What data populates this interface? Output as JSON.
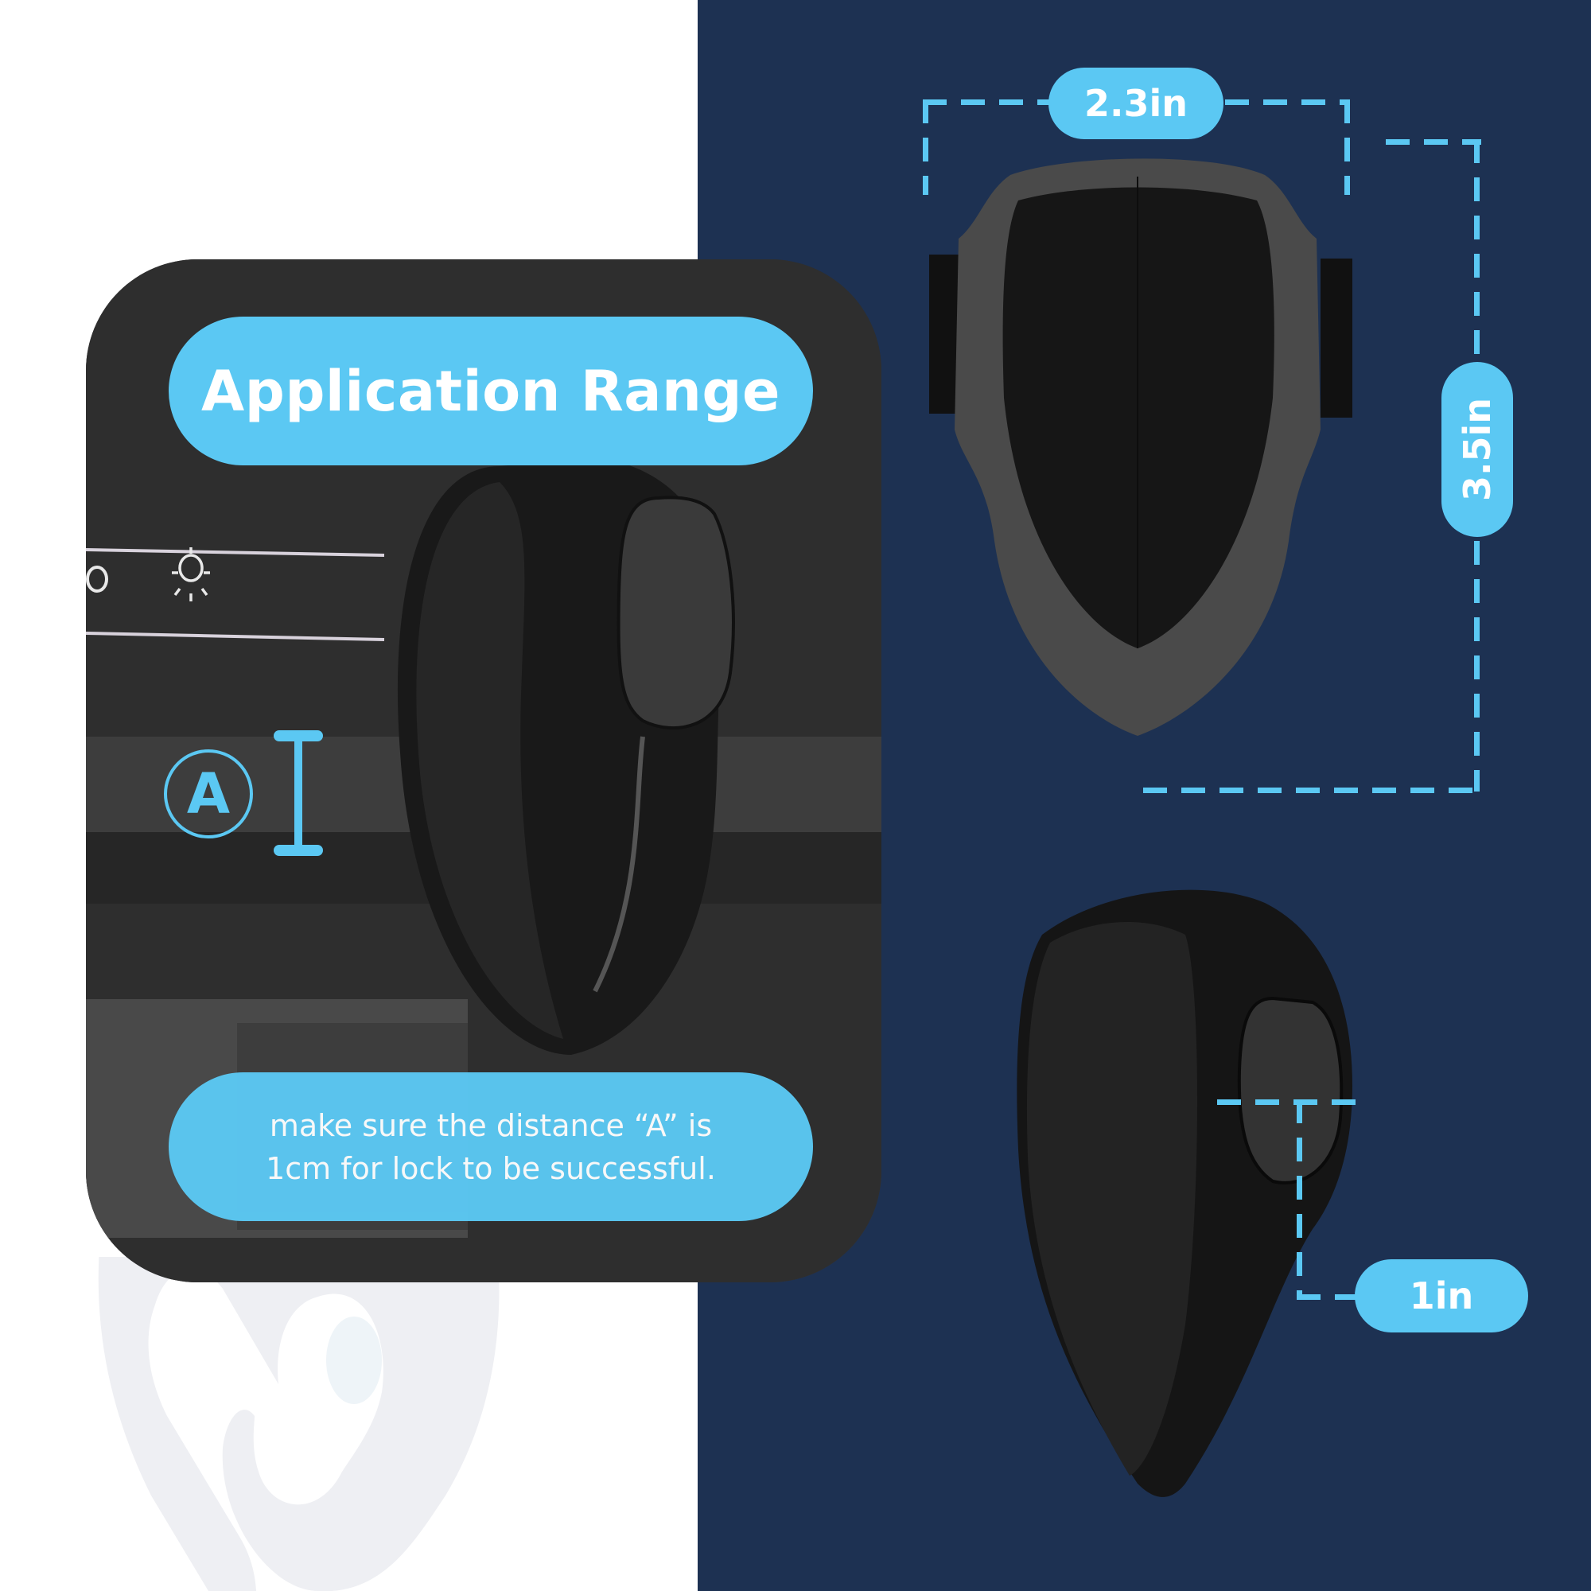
{
  "title": "Application Range",
  "instruction": {
    "line1": "make sure the distance “A” is",
    "line2": "1cm for lock to be successful."
  },
  "marker": {
    "label": "A"
  },
  "dimensions": {
    "width": "2.3in",
    "height": "3.5in",
    "depth": "1in"
  },
  "colors": {
    "accent": "#5bc8f3",
    "navy_background": "#1d3152",
    "panel_dark": "#2f2f2f",
    "watermark": "#eeeff3",
    "white": "#ffffff"
  }
}
